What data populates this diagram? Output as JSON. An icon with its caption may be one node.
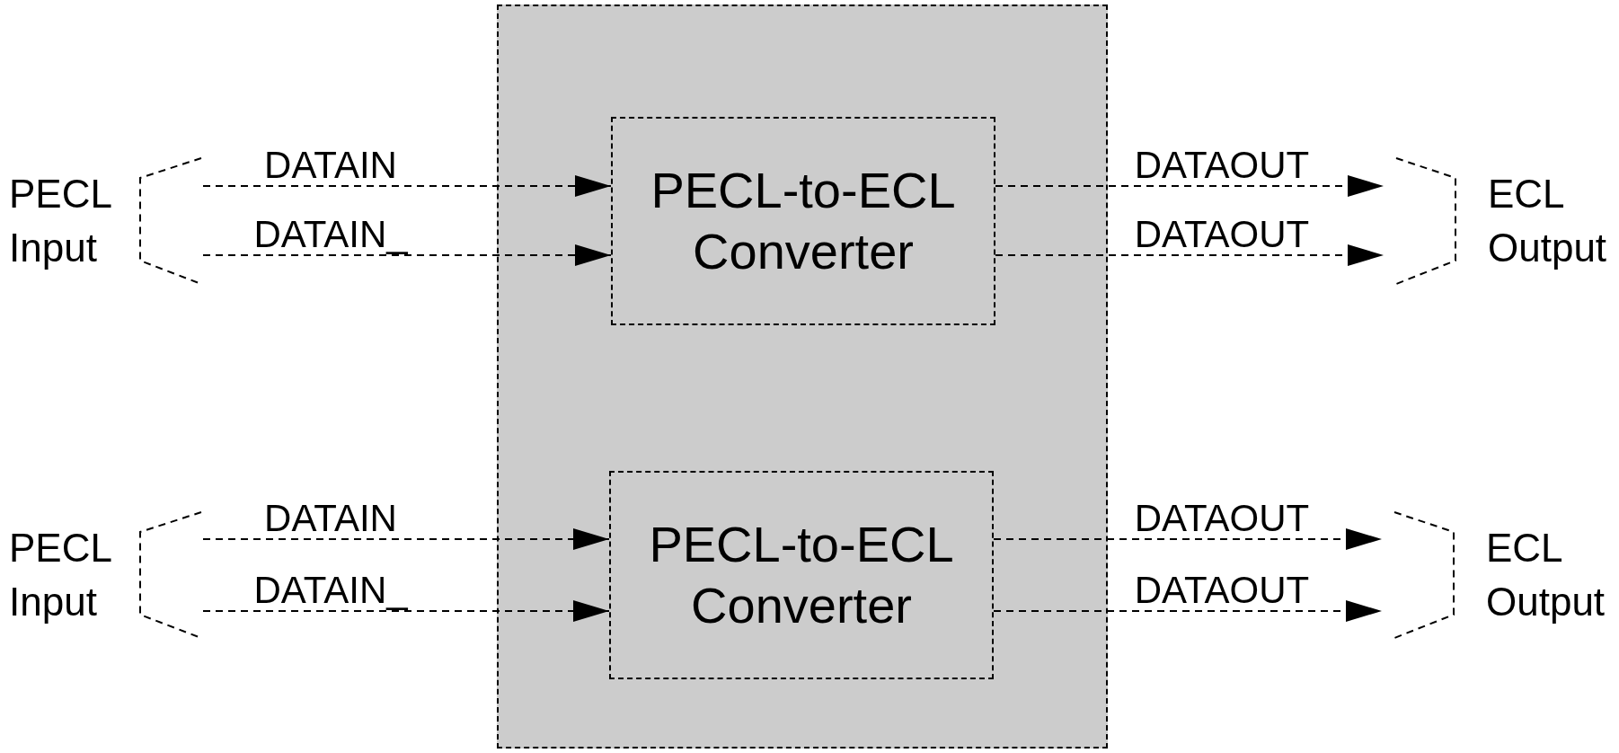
{
  "diagram": {
    "nodes": [
      {
        "text": [
          "PECL Input"
        ]
      },
      {
        "text": [],
        "shape": "box"
      },
      {
        "text": [
          "PECL-to-ECL Converter"
        ],
        "in": 1
      },
      {
        "text": [
          "ECL Output"
        ]
      },
      {
        "text": [
          "PECL Input"
        ]
      },
      {
        "text": [
          "PECL-to-ECL Converter"
        ],
        "in": 1
      },
      {
        "text": [
          "ECL Output"
        ]
      }
    ],
    "edges": [
      {
        "from": 0,
        "to": 2,
        "arrow": "to",
        "label": "DATAIN",
        "style": "dashed"
      },
      {
        "from": 0,
        "to": 2,
        "arrow": "to",
        "label": "DATAIN_",
        "style": "dashed"
      },
      {
        "from": 2,
        "to": 3,
        "arrow": "to",
        "label": "DATAOUT",
        "style": "dashed"
      },
      {
        "from": 2,
        "to": 3,
        "arrow": "to",
        "label": "DATAOUT",
        "style": "dashed"
      },
      {
        "from": 4,
        "to": 5,
        "arrow": "to",
        "label": "DATAIN",
        "style": "dashed"
      },
      {
        "from": 4,
        "to": 5,
        "arrow": "to",
        "label": "DATAIN_",
        "style": "dashed"
      },
      {
        "from": 5,
        "to": 6,
        "arrow": "to",
        "label": "DATAOUT",
        "style": "dashed"
      },
      {
        "from": 5,
        "to": 6,
        "arrow": "to",
        "label": "DATAOUT",
        "style": "dashed"
      }
    ]
  }
}
